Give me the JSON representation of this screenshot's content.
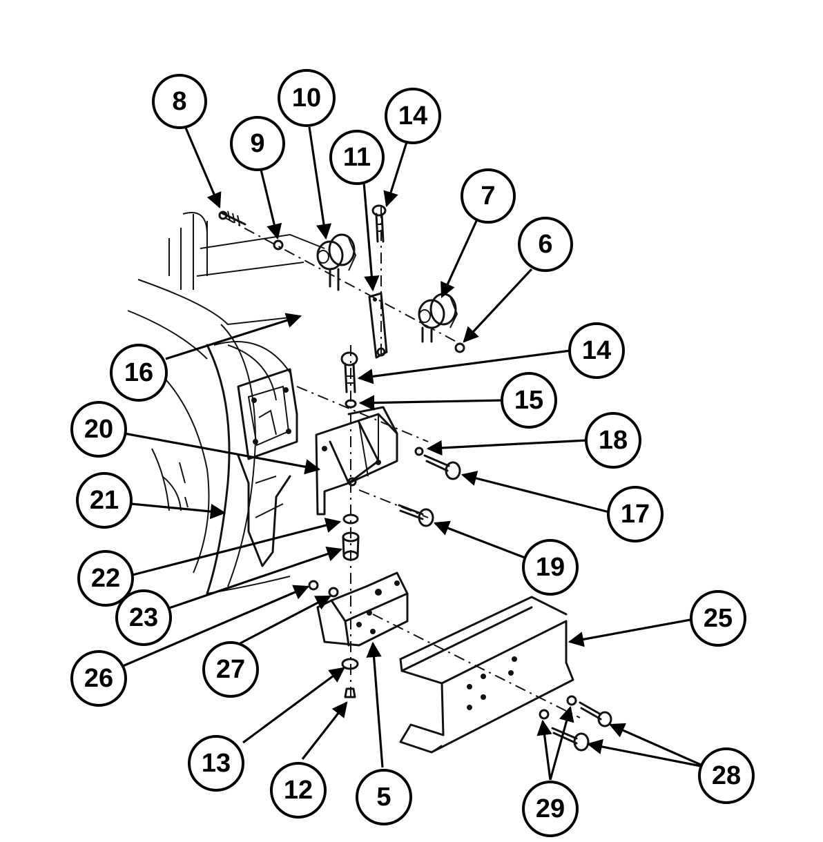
{
  "callouts": {
    "c8": "8",
    "c9": "9",
    "c10": "10",
    "c11": "11",
    "c14a": "14",
    "c7": "7",
    "c6": "6",
    "c16": "16",
    "c14b": "14",
    "c15": "15",
    "c20": "20",
    "c18": "18",
    "c17": "17",
    "c21": "21",
    "c19": "19",
    "c22": "22",
    "c23": "23",
    "c25": "25",
    "c26": "26",
    "c27": "27",
    "c13": "13",
    "c12": "12",
    "c5": "5",
    "c28": "28",
    "c29": "29"
  },
  "colors": {
    "ink": "#000000",
    "paper": "#ffffff"
  }
}
